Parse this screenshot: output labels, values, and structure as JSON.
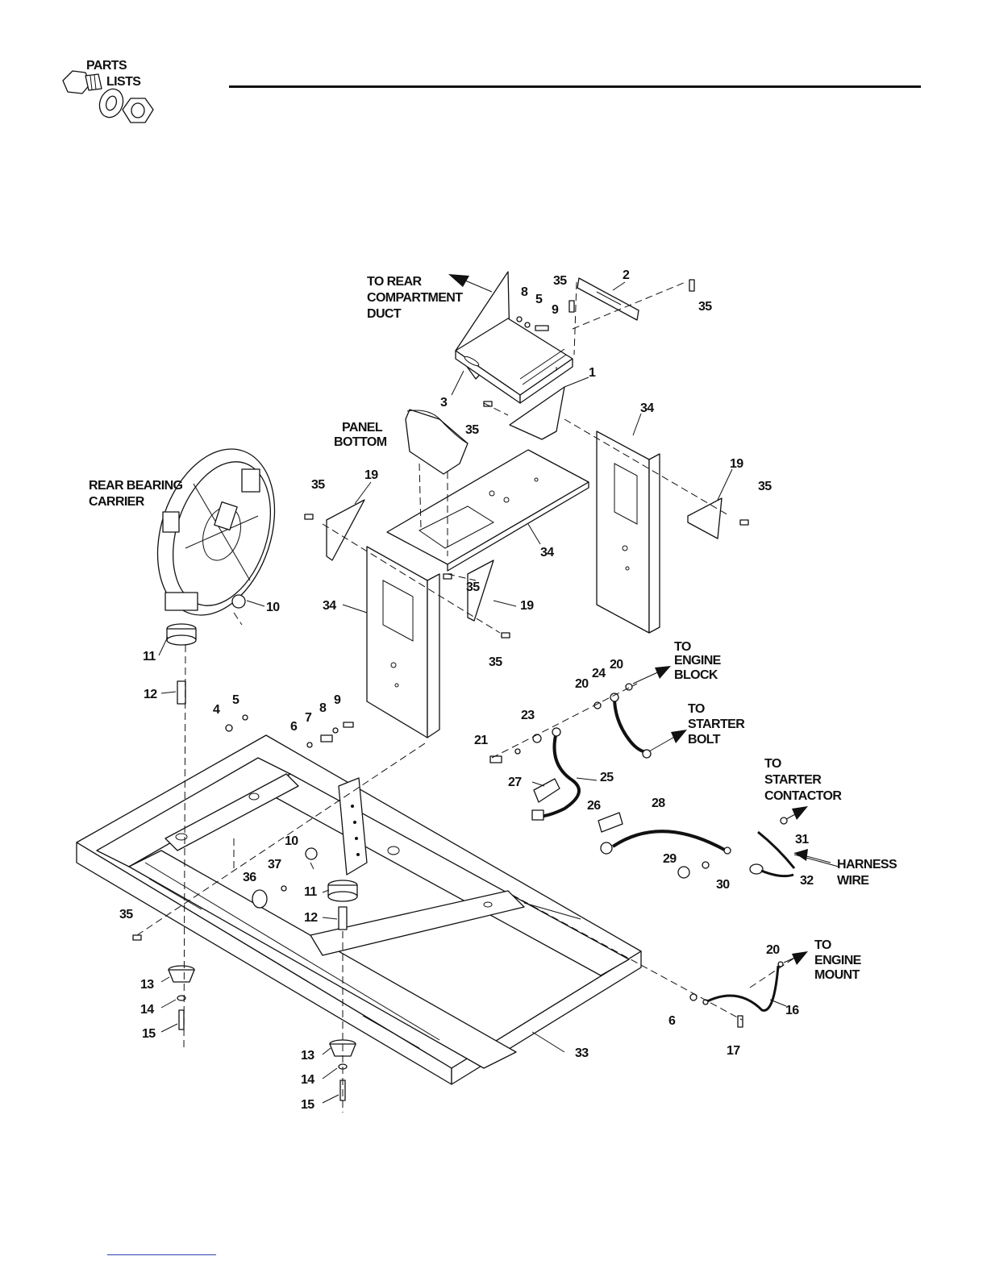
{
  "header": {
    "logo_line1": "PARTS",
    "logo_line2": "LISTS"
  },
  "callouts": {
    "to_rear_duct": [
      "TO REAR",
      "COMPARTMENT",
      "DUCT"
    ],
    "panel_bottom": [
      "PANEL",
      "BOTTOM"
    ],
    "rear_bearing_carrier": [
      "REAR BEARING",
      "CARRIER"
    ],
    "to_engine_block": [
      "TO",
      "ENGINE",
      "BLOCK"
    ],
    "to_starter_bolt": [
      "TO",
      "STARTER",
      "BOLT"
    ],
    "to_starter_contactor": [
      "TO",
      "STARTER",
      "CONTACTOR"
    ],
    "harness_wire": [
      "HARNESS",
      "WIRE"
    ],
    "to_engine_mount": [
      "TO",
      "ENGINE",
      "MOUNT"
    ]
  },
  "part_numbers": {
    "n35a": "35",
    "n2": "2",
    "n35b": "35",
    "n8a": "8",
    "n5a": "5",
    "n9a": "9",
    "n1": "1",
    "n3": "3",
    "n35c": "35",
    "n34a": "34",
    "n19a": "19",
    "n35d": "35",
    "n35e": "35",
    "n19b": "19",
    "n34b": "34",
    "n35f": "35",
    "n19c": "19",
    "n10a": "10",
    "n34c": "34",
    "n35g": "35",
    "n11a": "11",
    "n12a": "12",
    "n20a": "20",
    "n24": "24",
    "n20b": "20",
    "n4": "4",
    "n5b": "5",
    "n7": "7",
    "n8b": "8",
    "n9b": "9",
    "n6a": "6",
    "n23": "23",
    "n21": "21",
    "n27": "27",
    "n25": "25",
    "n26": "26",
    "n28": "28",
    "n31": "31",
    "n29": "29",
    "n30": "30",
    "n32": "32",
    "n10b": "10",
    "n37": "37",
    "n36": "36",
    "n11b": "11",
    "n12b": "12",
    "n35h": "35",
    "n20c": "20",
    "n13a": "13",
    "n14a": "14",
    "n15a": "15",
    "n16": "16",
    "n6b": "6",
    "n17": "17",
    "n33": "33",
    "n13b": "13",
    "n14b": "14",
    "n15b": "15"
  }
}
